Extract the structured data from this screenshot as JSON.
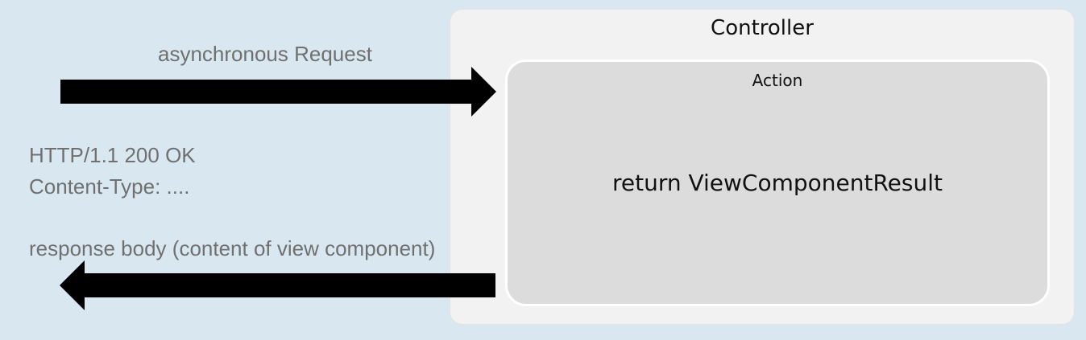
{
  "controller": {
    "title": "Controller"
  },
  "action": {
    "title": "Action",
    "body": "return ViewComponentResult"
  },
  "request": {
    "label": "asynchronous Request"
  },
  "response": {
    "status_line": "HTTP/1.1  200  OK",
    "content_type_line": "Content-Type: ....",
    "body_line": "response body (content of view component)"
  },
  "colors": {
    "background": "#d9e7f0",
    "controller_fill": "#f2f2f2",
    "action_fill": "#dcdcdc",
    "arrow": "#000000",
    "label_text": "#707070"
  }
}
